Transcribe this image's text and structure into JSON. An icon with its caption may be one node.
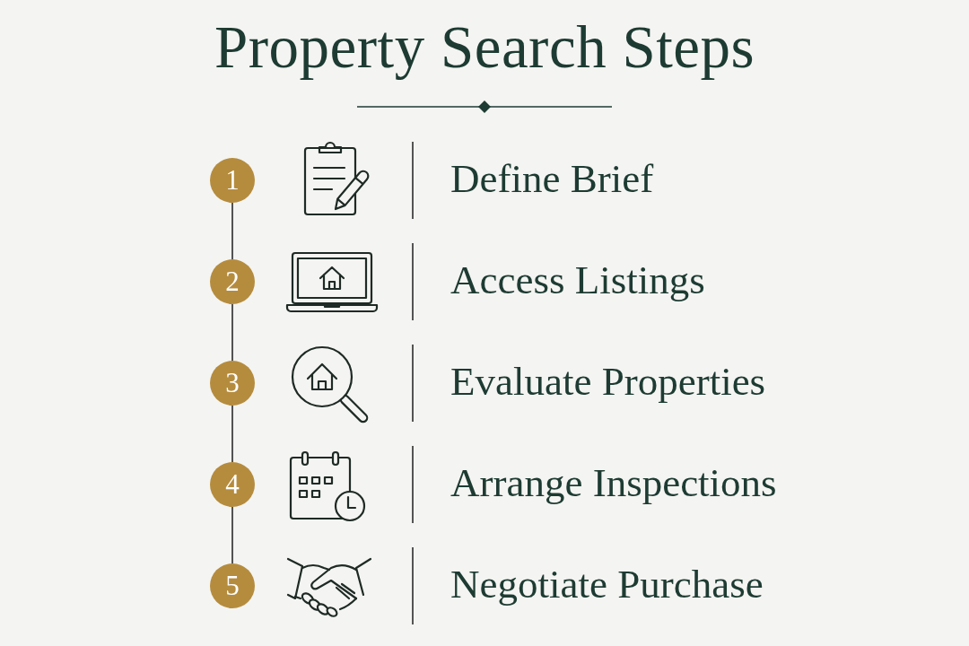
{
  "diagram": {
    "title": "Property Search Steps",
    "nodes": [
      {
        "text": [
          "1"
        ]
      },
      {
        "text": [
          "2"
        ]
      },
      {
        "text": [
          "3"
        ]
      },
      {
        "text": [
          "4"
        ]
      },
      {
        "text": [
          "5"
        ]
      }
    ],
    "edges": [
      {
        "from": 0,
        "to": 1,
        "arrow": "none"
      },
      {
        "from": 1,
        "to": 2,
        "arrow": "none"
      },
      {
        "from": 2,
        "to": 3,
        "arrow": "none"
      },
      {
        "from": 3,
        "to": 4,
        "arrow": "none"
      }
    ],
    "labels": [
      "Define Brief",
      "Access Listings",
      "Evaluate Properties",
      "Arrange Inspections",
      "Negotiate Purchase"
    ]
  }
}
